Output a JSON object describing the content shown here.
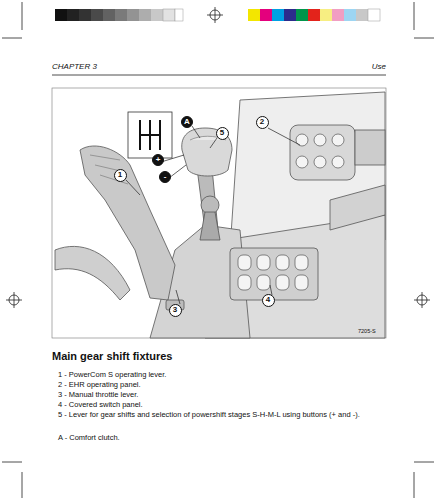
{
  "diagram": {
    "title": "Main gear shift fixtures",
    "nodes": [
      {
        "text": [
          "A"
        ]
      },
      {
        "text": [
          "5"
        ]
      },
      {
        "text": [
          "2"
        ]
      },
      {
        "text": [
          "1"
        ]
      },
      {
        "text": [
          "+"
        ]
      },
      {
        "text": [
          "-"
        ]
      },
      {
        "text": [
          "3"
        ]
      },
      {
        "text": [
          "4"
        ]
      }
    ],
    "labels": [
      "CHAPTER 3",
      "Use",
      "7205-S",
      "1 - PowerCom S operating lever.",
      "2 - EHR operating panel.",
      "3 - Manual throttle lever.",
      "4 - Covered switch panel.",
      "5 - Lever for gear shifts and selection of powershift stages S-H-M-L using buttons (+ and -).",
      "A - Comfort clutch."
    ]
  }
}
